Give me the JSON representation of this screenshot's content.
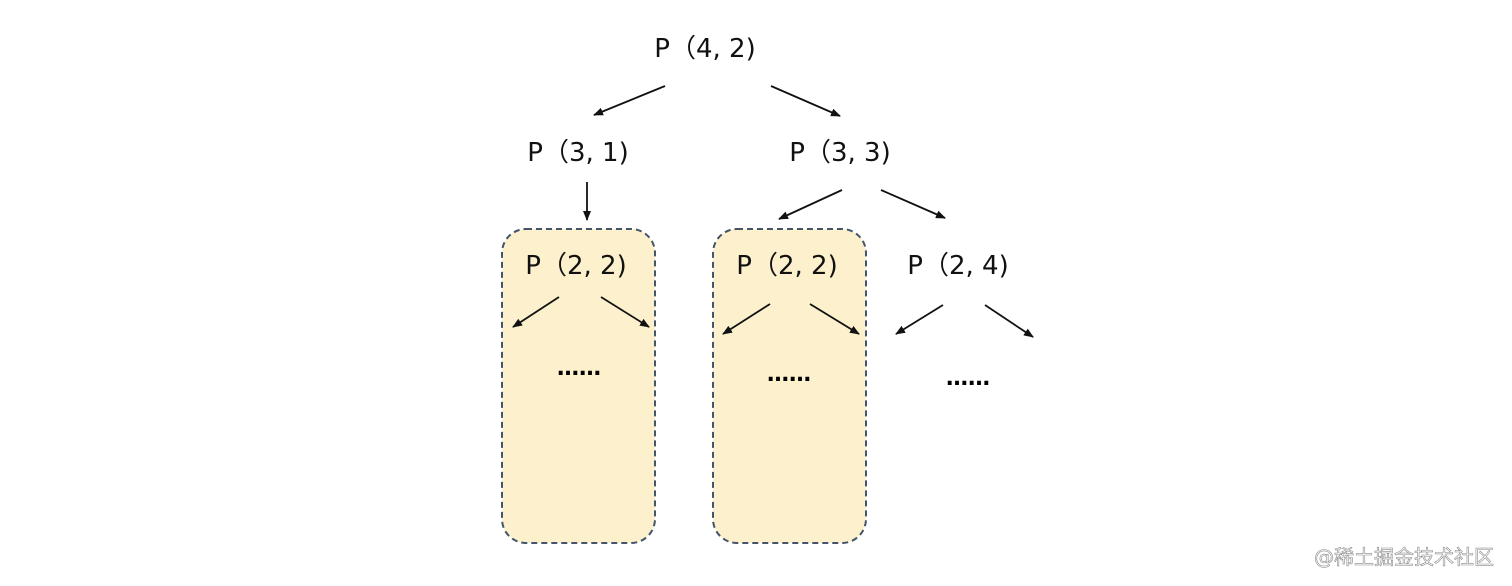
{
  "nodes": {
    "root": "P（4, 2)",
    "left_child": "P（3, 1)",
    "right_child": "P（3, 3)",
    "left_grandchild": "P（2, 2)",
    "middle_grandchild": "P（2, 2)",
    "right_grandchild": "P（2, 4)"
  },
  "continuation": {
    "box1": "……",
    "box2": "……",
    "open": "……"
  },
  "watermark": "@稀土掘金技术社区",
  "colors": {
    "highlight_fill": "#fdf0cc",
    "highlight_border": "#44546a",
    "arrow": "#111111"
  }
}
